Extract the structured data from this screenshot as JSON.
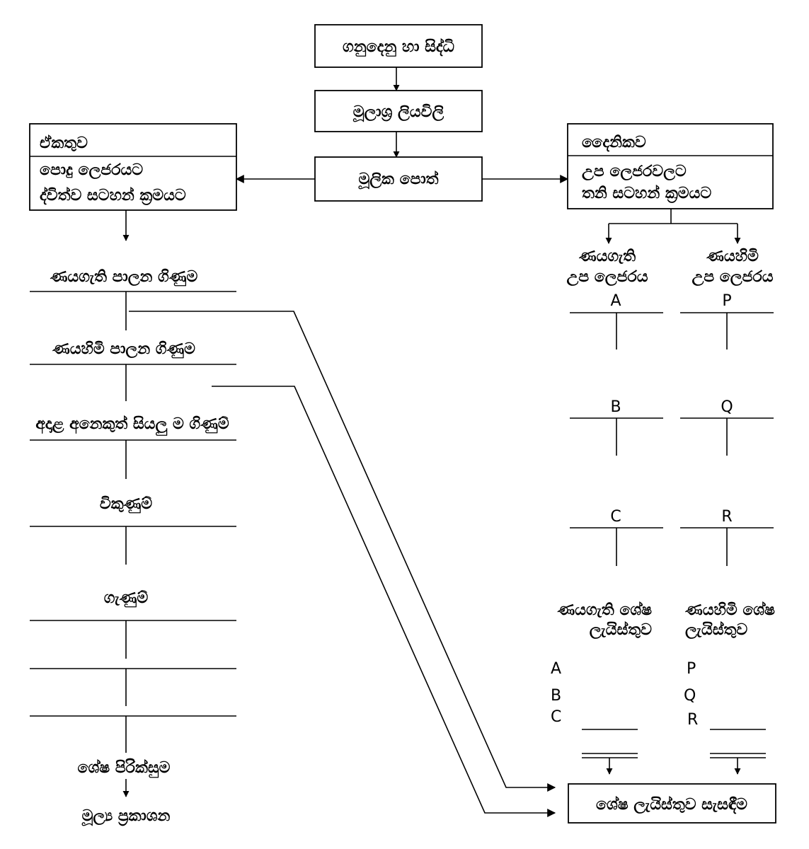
{
  "flow": {
    "transactions": "ගනුදෙනු හා සිද්ධි",
    "source_documents": "මූලාශ්‍ර ලියවිලි",
    "prime_books": "මූලික පොත්"
  },
  "integrated": {
    "title": "ඒකතුව",
    "line1": "පොදු ලෙජරයට",
    "line2": "ද්විත්ව සටහන් ක්‍රමයට"
  },
  "daily": {
    "title": "දෛනිකව",
    "line1": "උප ලෙජරවලට",
    "line2": "තනි සටහන් ක්‍රමයට"
  },
  "general_ledger": {
    "accounts": [
      "ණයගැති පාලන ගිණුම",
      "ණයහිමි පාලන ගිණුම",
      "අදාළ අනෙකුත් සියලු ම ගිණුම්",
      "විකුණුම්",
      "ගැණුම්",
      "",
      ""
    ],
    "trial_balance": "ශේෂ පිරික්සුම",
    "financial_statements": "මූල්‍ය ප්‍රකාශන"
  },
  "debtors": {
    "ledger_line1": "ණයගැති",
    "ledger_line2": "උප ලෙජරය",
    "accounts": [
      "A",
      "B",
      "C"
    ],
    "list_line1": "ණයගැති ශේෂ",
    "list_line2": "ලැයිස්තුව"
  },
  "creditors": {
    "ledger_line1": "ණයහිමි",
    "ledger_line2": "උප ලෙජරය",
    "accounts": [
      "P",
      "Q",
      "R"
    ],
    "list_line1": "ණයහිමි ශේෂ",
    "list_line2": "ලැයිස්තුව"
  },
  "reconciliation": "ශේෂ ලැයිස්තුව සැසඳීම"
}
